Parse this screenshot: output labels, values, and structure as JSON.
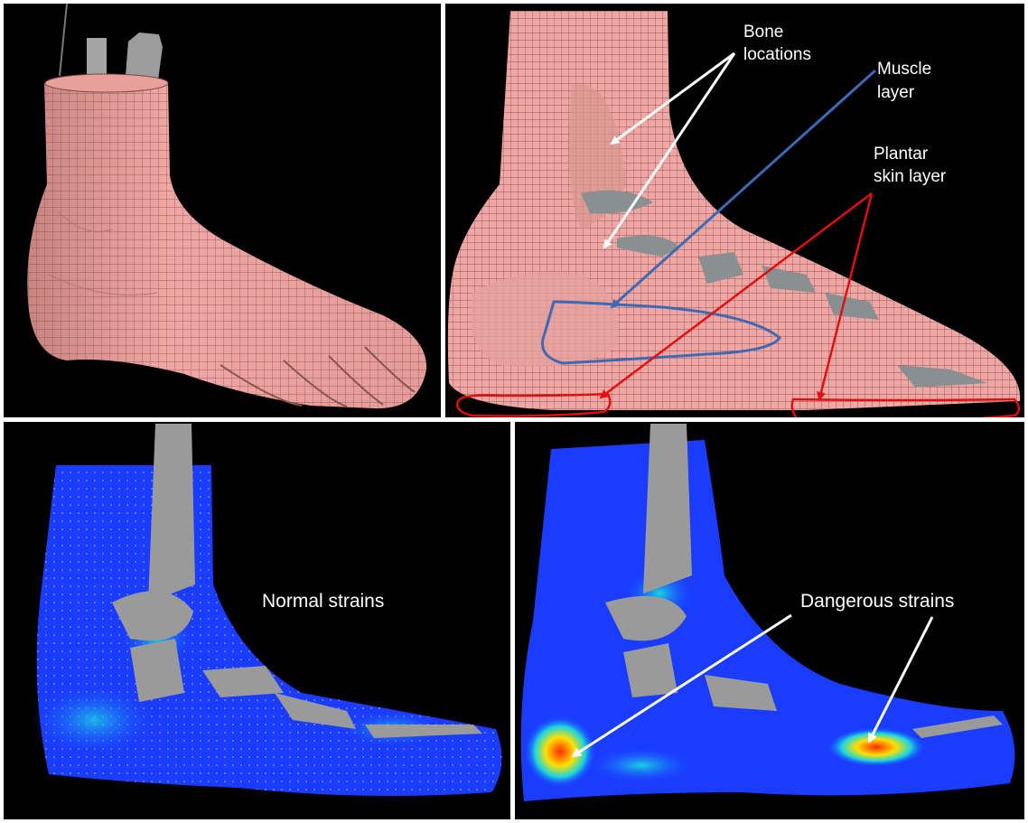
{
  "figure": {
    "panels": [
      {
        "id": "mesh-exterior",
        "description": "exterior"
      },
      {
        "id": "mesh-section",
        "description": "section"
      },
      {
        "id": "normal-strain",
        "description": "normal"
      },
      {
        "id": "dangerous-strain",
        "description": "dangerous"
      }
    ]
  },
  "labels": {
    "bone_line1": "Bone",
    "bone_line2": "locations",
    "muscle_line1": "Muscle",
    "muscle_line2": "layer",
    "plantar_line1": "Plantar",
    "plantar_line2": "skin layer",
    "normal_strains": "Normal strains",
    "dangerous_strains": "Dangerous strains"
  },
  "colors": {
    "background": "#000000",
    "mesh_skin": "#f0a7a3",
    "mesh_line": "#7a4a48",
    "bone": "#9a9a9a",
    "strain_low": "#1a3cff",
    "strain_mid": "#19d6e0",
    "strain_high": "#ff2a00",
    "muscle_outline": "#3d6ab3",
    "plantar_outline": "#e01010",
    "arrow_white": "#ffffff"
  }
}
